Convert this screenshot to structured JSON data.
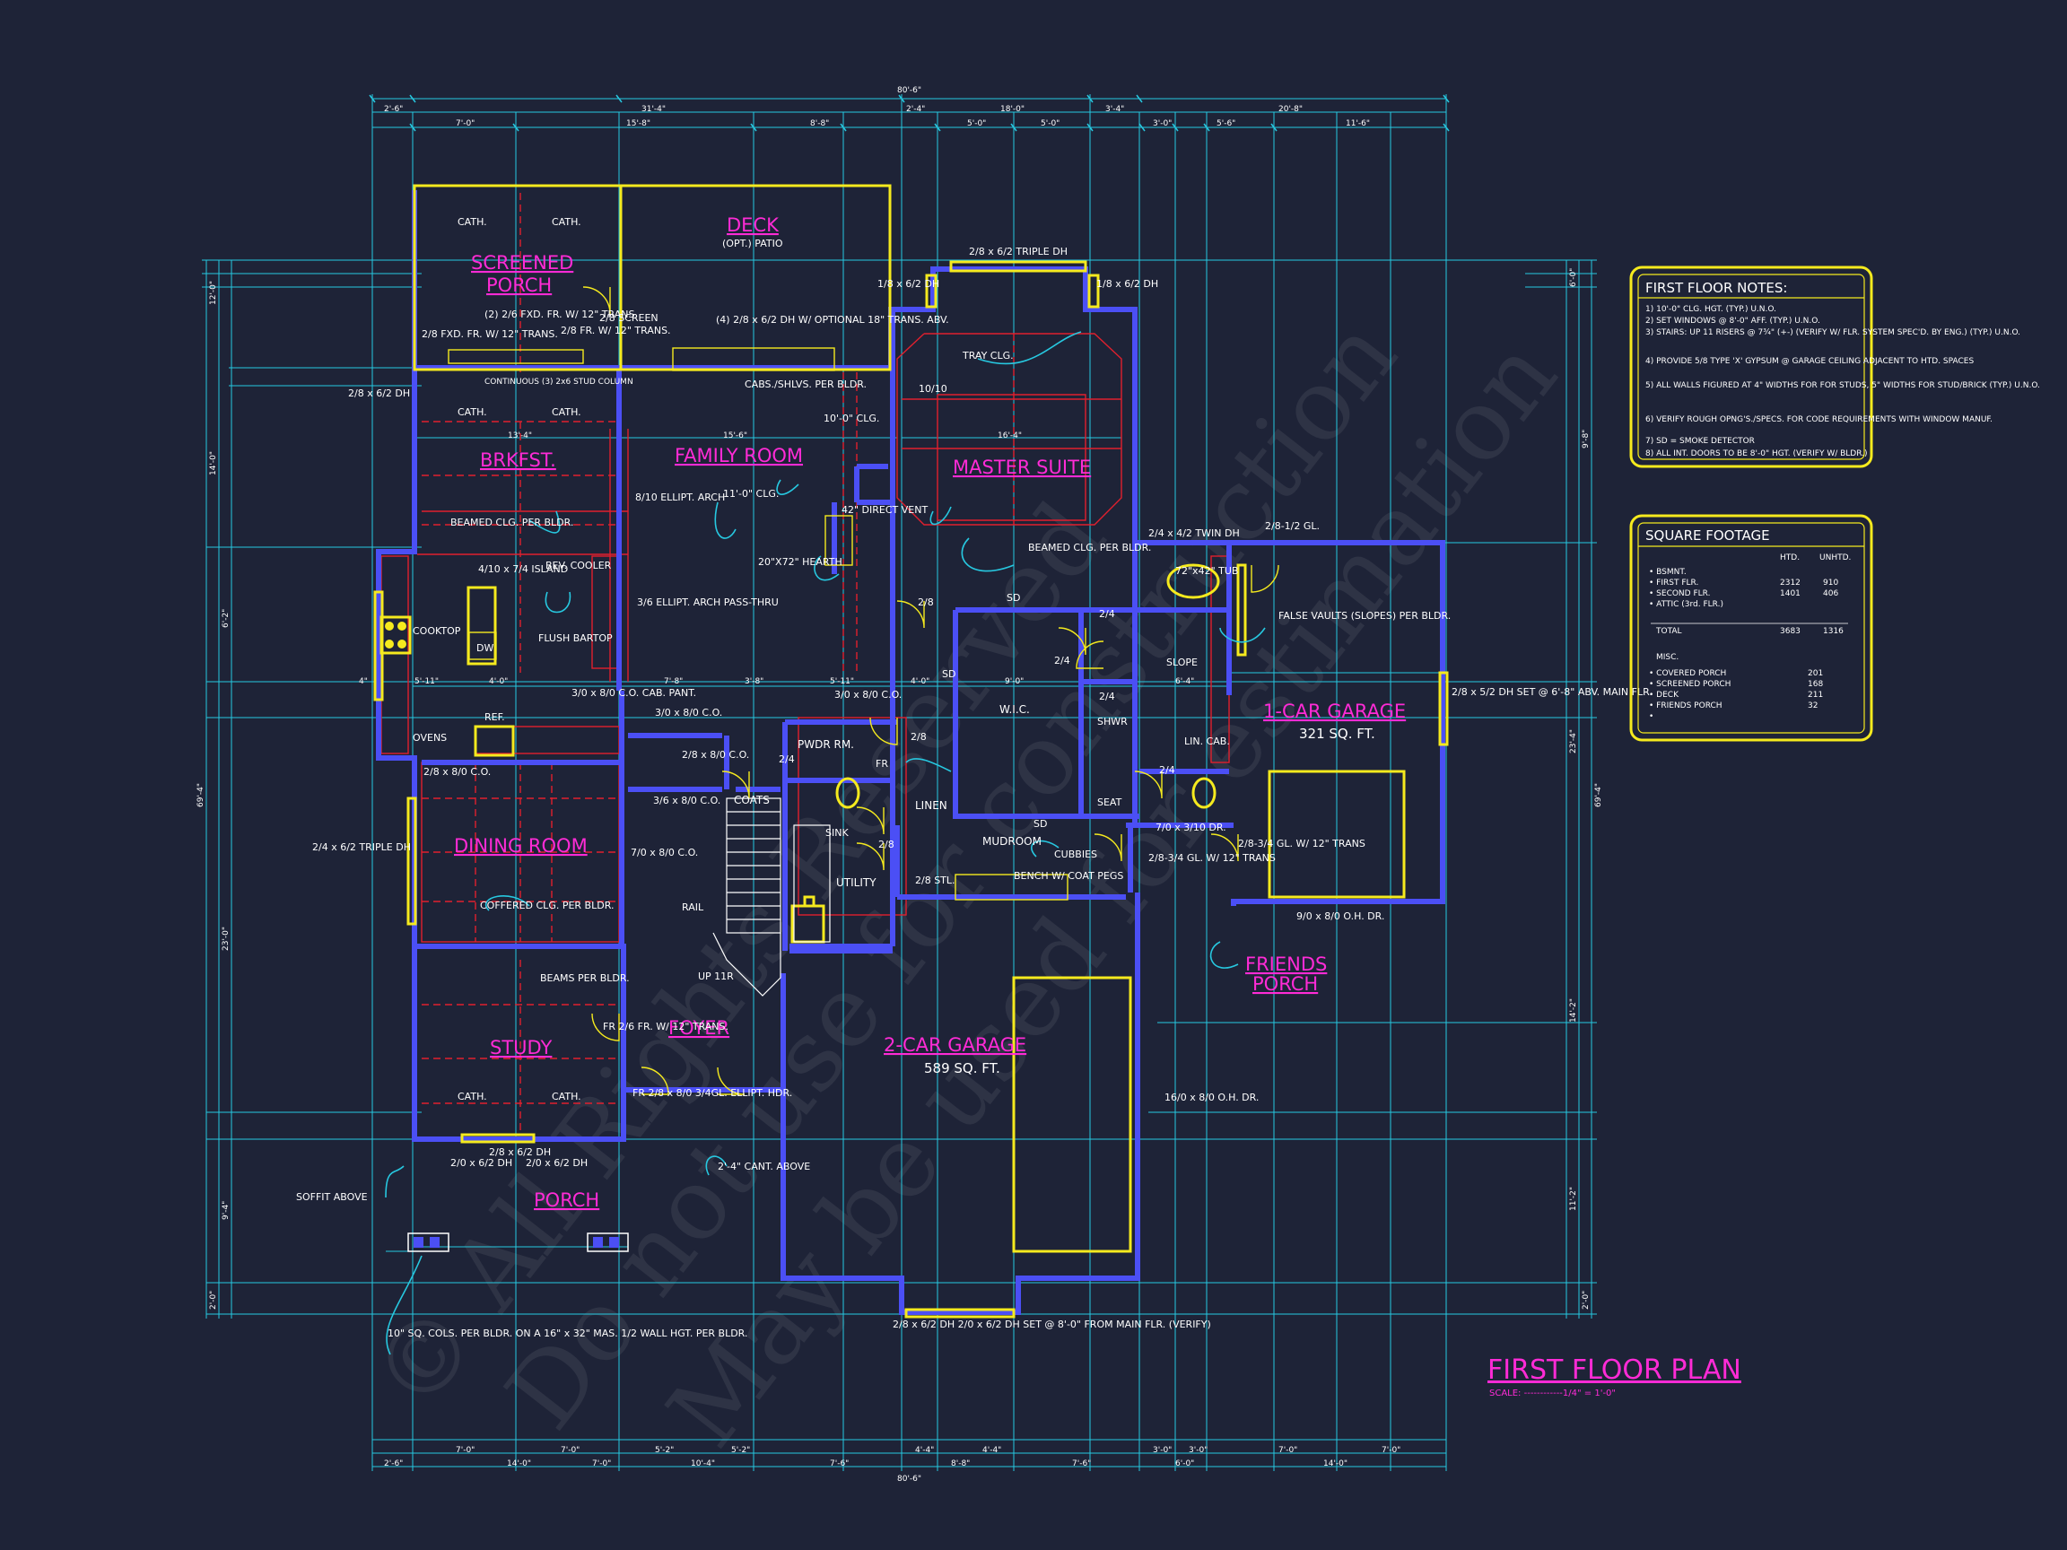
{
  "watermark": {
    "line1": "© All Rights Reserved",
    "line2": "Do not use for construction",
    "line3": "May be used for estimation"
  },
  "rooms": {
    "screened_porch_1": "SCREENED",
    "screened_porch_2": "PORCH",
    "deck": "DECK",
    "deck_sub": "(OPT.) PATIO",
    "brkfst": "BRKFST.",
    "family_room": "FAMILY ROOM",
    "master_suite": "MASTER SUITE",
    "dining_room": "DINING ROOM",
    "study": "STUDY",
    "foyer": "FOYER",
    "porch": "PORCH",
    "two_car_garage": "2-CAR GARAGE",
    "two_car_garage_sqft": "589 SQ. FT.",
    "one_car_garage": "1-CAR GARAGE",
    "one_car_garage_sqft": "321 SQ. FT.",
    "friends_porch_1": "FRIENDS",
    "friends_porch_2": "PORCH",
    "wic": "W.I.C.",
    "pwdr_rm": "PWDR RM.",
    "linen": "LINEN",
    "coats": "COATS",
    "utility": "UTILITY",
    "mudroom": "MUDROOM"
  },
  "labels": {
    "cath": "CATH.",
    "triple_dh_top": "2/8 x 6/2 TRIPLE DH",
    "dh_16_left": "1/8 x 6/2 DH",
    "dh_16_right": "1/8 x 6/2 DH",
    "tray_clg": "TRAY CLG.",
    "screen": "2/8 SCREEN",
    "fxd_fr": "(2) 2/6 FXD. FR. W/ 12\" TRANS.",
    "fxd_fr_left": "2/8 FXD. FR. W/ 12\" TRANS.",
    "fr_trans": "2/8 FR. W/ 12\" TRANS.",
    "optional_dh": "(4) 2/8 x 6/2 DH W/ OPTIONAL 18\" TRANS. ABV.",
    "dh_left_top": "2/8 x 6/2 DH",
    "continuous_col": "CONTINUOUS (3) 2x6 STUD COLUMN",
    "cabs": "CABS./SHLVS. PER BLDR.",
    "clg_10": "10'-0\" CLG.",
    "clg_11": "11'-0\" CLG.",
    "elipt_arch": "8/10 ELLIPT. ARCH",
    "vent": "42\" DIRECT VENT",
    "hearth": "20\"X72\" HEARTH",
    "beamed_clg": "BEAMED CLG. PER BLDR.",
    "beamed_clg2": "BEAMED CLG. PER BLDR.",
    "island": "4/10 x 7/4 ISLAND",
    "bev_cooler": "BEV. COOLER",
    "flush_bartop": "FLUSH BARTOP",
    "cooktop": "COOKTOP",
    "dw": "DW",
    "ovens": "OVENS",
    "ref": "REF.",
    "pass_thru": "3/6 ELLIPT. ARCH PASS-THRU",
    "cab_pant": "3/0 x 8/0 C.O. CAB. PANT.",
    "co_1": "3/0 x 8/0 C.O.",
    "co_2": "2/8 x 8/0 C.O.",
    "co_3": "3/6 x 8/0 C.O.",
    "co_4": "7/0 x 8/0 C.O.",
    "co_5": "2/8 x 8/0 C.O.",
    "co_6": "3/0 x 8/0 C.O.",
    "triple_dh_left": "2/4 x 6/2 TRIPLE DH",
    "coffered": "COFFERED CLG. PER BLDR.",
    "beams": "BEAMS PER BLDR.",
    "fr_trans_study": "FR 2/6 FR. W/ 12\" TRANS.",
    "foyer_door": "FR 2/8 x 8/0 3/4GL. ELLIPT. HDR.",
    "cant": "2'-4\" CANT. ABOVE",
    "soffit": "SOFFIT ABOVE",
    "cols": "10\" SQ. COLS. PER BLDR. ON A 16\" x 32\" MAS. 1/2 WALL HGT. PER BLDR.",
    "porch_dh": "2/8 x 6/2 DH",
    "porch_dh2": "2/0 x 6/2 DH",
    "garage_bottom_dh": "2/8 x 6/2 DH 2/0 x 6/2 DH SET @ 8'-0\" FROM MAIN FLR. (VERIFY)",
    "oh_dr_16": "16/0 x 8/0 O.H. DR.",
    "oh_dr_9": "9/0 x 8/0 O.H. DR.",
    "twin_dh": "2/4 x 4/2 TWIN DH",
    "gl_2812": "2/8-1/2 GL.",
    "tub": "72\"x42\" TUB",
    "false_vaults": "FALSE VAULTS (SLOPES) PER BLDR.",
    "slope": "SLOPE",
    "shwr": "SHWR",
    "seat": "SEAT",
    "lin_cab": "LIN. CAB.",
    "garage_side_dh": "2/8 x 5/2 DH SET @ 6'-8\" ABV. MAIN FLR.",
    "trans_door": "2/8-3/4 GL. W/ 12\" TRANS",
    "trans_door2": "7/0 x 3/10 DR.",
    "trans_door3": "2/8-3/4 GL. W/ 12\" TRANS",
    "cubbies": "CUBBIES",
    "bench": "BENCH W/ COAT PEGS",
    "sink": "SINK",
    "rail": "RAIL",
    "up": "UP 11R",
    "fr": "FR",
    "sd": "SD",
    "d28": "2/8",
    "d24": "2/4",
    "stl": "2/8 STL.",
    "d1010": "10/10"
  },
  "notes_box": {
    "title": "FIRST FLOOR NOTES:",
    "items": [
      "1) 10'-0\" CLG. HGT. (TYP.) U.N.O.",
      "2) SET WINDOWS @ 8'-0\" AFF. (TYP.) U.N.O.",
      "3) STAIRS: UP 11 RISERS @ 7¾\" (+-) (VERIFY W/ FLR. SYSTEM SPEC'D. BY ENG.) (TYP.) U.N.O.",
      "4) PROVIDE 5/8 TYPE 'X' GYPSUM @ GARAGE CEILING ADJACENT TO HTD. SPACES",
      "5) ALL WALLS FIGURED AT 4\" WIDTHS FOR FOR STUDS, 5\" WIDTHS FOR STUD/BRICK (TYP.) U.N.O.",
      "6) VERIFY ROUGH OPNG'S./SPECS. FOR CODE REQUIREMENTS WITH WINDOW MANUF.",
      "7) SD = SMOKE DETECTOR",
      "8) ALL INT. DOORS TO BE 8'-0\" HGT. (VERIFY W/ BLDR.)"
    ]
  },
  "sqft_box": {
    "title": "SQUARE FOOTAGE",
    "col_htd": "HTD.",
    "col_unhtd": "UNHTD.",
    "rows": [
      {
        "label": "• BSMNT.",
        "htd": "",
        "unhtd": ""
      },
      {
        "label": "• FIRST FLR.",
        "htd": "2312",
        "unhtd": "910"
      },
      {
        "label": "• SECOND FLR.",
        "htd": "1401",
        "unhtd": "406"
      },
      {
        "label": "• ATTIC (3rd. FLR.)",
        "htd": "",
        "unhtd": ""
      }
    ],
    "total_label": "TOTAL",
    "total_htd": "3683",
    "total_unhtd": "1316",
    "misc_title": "MISC.",
    "misc": [
      {
        "label": "• COVERED PORCH",
        "val": "201"
      },
      {
        "label": "• SCREENED PORCH",
        "val": "168"
      },
      {
        "label": "• DECK",
        "val": "211"
      },
      {
        "label": "• FRIENDS PORCH",
        "val": "32"
      },
      {
        "label": "•",
        "val": ""
      }
    ]
  },
  "title_block": {
    "title": "FIRST FLOOR PLAN",
    "scale": "SCALE: ------------1/4\" = 1'-0\""
  },
  "dimensions": {
    "overall_top": "80'-6\"",
    "overall_bottom": "80'-6\"",
    "overall_left": "69'-4\"",
    "overall_right": "69'-4\"",
    "top_row_1": [
      "2'-6\"",
      "31'-4\"",
      "2'-4\"",
      "18'-0\"",
      "3'-4\"",
      "20'-8\""
    ],
    "top_row_2": [
      "7'-0\"",
      "15'-8\"",
      "8'-8\"",
      "5'-0\"",
      "5'-0\"",
      "3'-0\"",
      "5'-6\"",
      "11'-6\""
    ],
    "bottom_row_1": [
      "2'-6\"",
      "14'-0\"",
      "7'-0\"",
      "10'-4\"",
      "7'-6\"",
      "8'-8\"",
      "7'-6\"",
      "6'-0\"",
      "14'-0\""
    ],
    "bottom_row_2": [
      "7'-0\"",
      "7'-0\"",
      "5'-2\"",
      "5'-2\"",
      "4'-4\"",
      "4'-4\"",
      "3'-0\"",
      "3'-0\"",
      "7'-0\"",
      "7'-0\""
    ],
    "left": [
      "12'-0\"",
      "14'-0\"",
      "6'-2\"",
      "23'-0\"",
      "9'-4\"",
      "2'-0\""
    ],
    "right": [
      "6'-0\"",
      "9'-8\"",
      "23'-4\"",
      "14'-2\"",
      "11'-2\"",
      "2'-0\""
    ],
    "inner": [
      "13'-4\"",
      "15'-6\"",
      "16'-4\"",
      "4\"",
      "5'-11\"",
      "4'-0\"",
      "7'-8\"",
      "3'-8\"",
      "5'-11\"",
      "4'-0\"",
      "9'-0\"",
      "6'-4\""
    ]
  }
}
